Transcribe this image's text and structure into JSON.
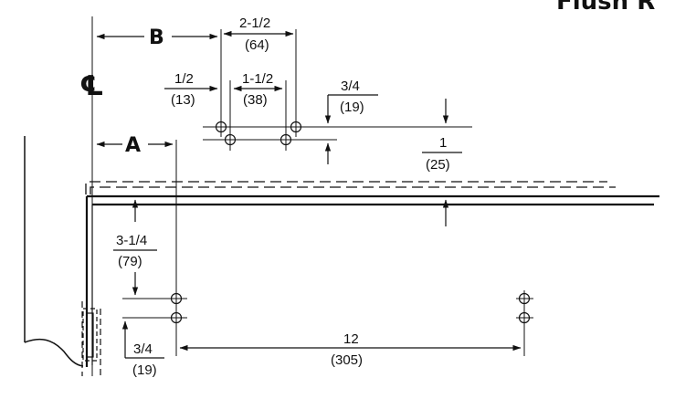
{
  "title": "Flush R",
  "centerline_label": "℄",
  "labels": {
    "a": "A",
    "b": "B"
  },
  "dimensions": {
    "spacing_2_5": {
      "frac": "2-1/2",
      "mm": "(64)"
    },
    "offset_1_2": {
      "frac": "1/2",
      "mm": "(13)"
    },
    "spacing_1_5": {
      "frac": "1-1/2",
      "mm": "(38)"
    },
    "offset_3_4_top": {
      "frac": "3/4",
      "mm": "(19)"
    },
    "offset_1": {
      "frac": "1",
      "mm": "(25)"
    },
    "offset_3_1_4": {
      "frac": "3-1/4",
      "mm": "(79)"
    },
    "offset_3_4_bottom": {
      "frac": "3/4",
      "mm": "(19)"
    },
    "spacing_12": {
      "frac": "12",
      "mm": "(305)"
    }
  },
  "colors": {
    "line": "#111111",
    "background": "#ffffff"
  }
}
